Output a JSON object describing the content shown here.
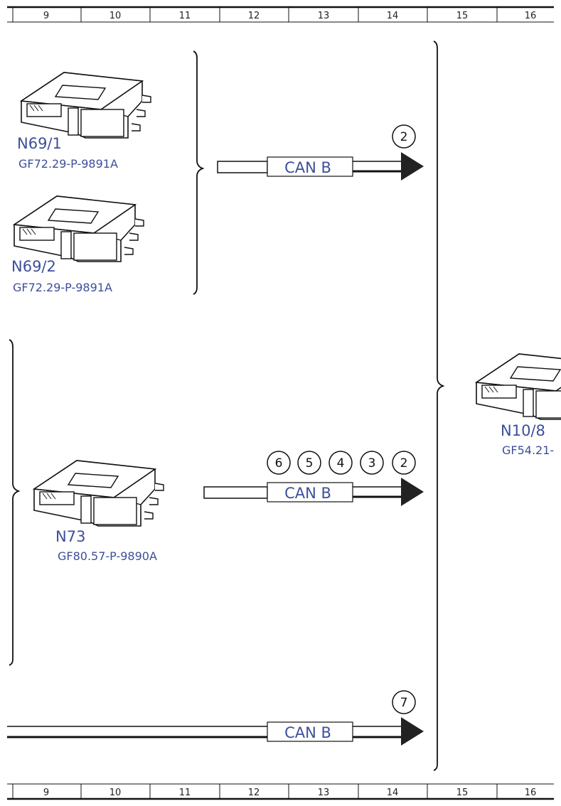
{
  "grid": {
    "columns": [
      "9",
      "10",
      "11",
      "12",
      "13",
      "14",
      "15",
      "16"
    ]
  },
  "modules": {
    "n69_1": {
      "code": "N69/1",
      "ref": "GF72.29-P-9891A"
    },
    "n69_2": {
      "code": "N69/2",
      "ref": "GF72.29-P-9891A"
    },
    "n73": {
      "code": "N73",
      "ref": "GF80.57-P-9890A"
    },
    "n10_8": {
      "code": "N10/8",
      "ref": "GF54.21-"
    }
  },
  "buses": [
    {
      "label": "CAN B",
      "circles": [
        "2"
      ]
    },
    {
      "label": "CAN B",
      "circles": [
        "6",
        "5",
        "4",
        "3",
        "2"
      ]
    },
    {
      "label": "CAN B",
      "circles": [
        "7"
      ]
    }
  ],
  "colors": {
    "label_blue": "#3d4f9a",
    "line": "#111111"
  }
}
